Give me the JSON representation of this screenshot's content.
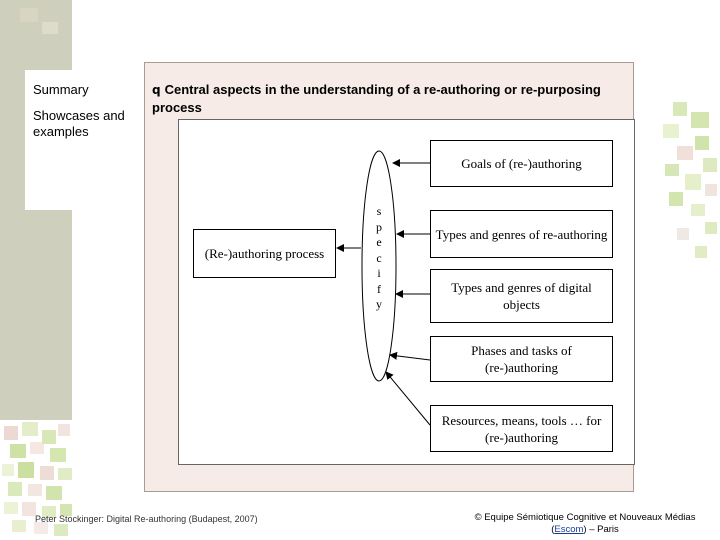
{
  "sidebar": {
    "items": [
      "Summary",
      "Showcases and examples"
    ]
  },
  "heading": {
    "bullet": "q",
    "text": "Central aspects in the understanding of a re-authoring or re-purposing process"
  },
  "diagram": {
    "left_box": "(Re-)authoring process",
    "ellipse_letters": [
      "s",
      "p",
      "e",
      "c",
      "i",
      "f",
      "y"
    ],
    "right_boxes": [
      "Goals of (re-)authoring",
      "Types and genres of re-authoring",
      "Types and genres of digital objects",
      "Phases and tasks of (re-)authoring",
      "Resources, means, tools … for (re-)authoring"
    ]
  },
  "footer": {
    "left": "Peter Stockinger: Digital Re-authoring (Budapest, 2007)",
    "right_line1": "© Equipe Sémiotique Cognitive et Nouveaux Médias",
    "right_paren_open": "(",
    "right_link": "Escom",
    "right_line2_rest": ") – Paris"
  },
  "colors": {
    "left_strip": "#cfcfbe",
    "content_panel": "#f6ebe6",
    "footer_link": "#1a3c9a"
  }
}
